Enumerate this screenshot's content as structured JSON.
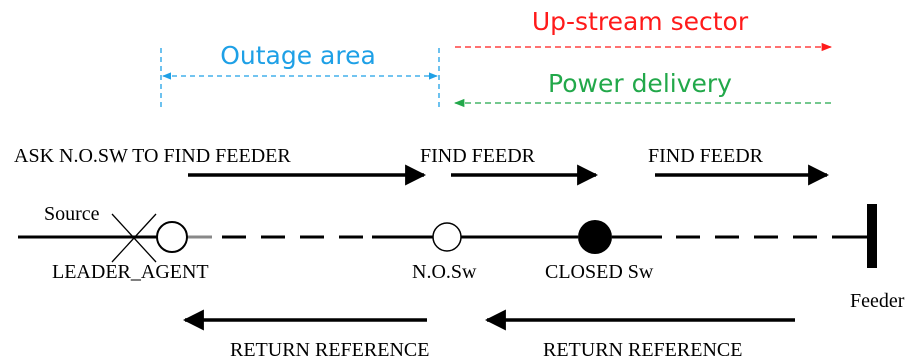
{
  "colors": {
    "outage": "#1ea0e6",
    "upstream": "#ff1a1a",
    "power": "#22a84a",
    "line": "#000000",
    "background": "#ffffff"
  },
  "labels": {
    "outage_area": "Outage area",
    "upstream_sector": "Up-stream sector",
    "power_delivery": "Power delivery",
    "ask": "ASK N.O.SW TO FIND FEEDER",
    "find_1": "FIND FEEDR",
    "find_2": "FIND FEEDR",
    "source": "Source",
    "leader_agent": "LEADER_AGENT",
    "no_sw": "N.O.Sw",
    "closed_sw": "CLOSED Sw",
    "feeder": "Feeder",
    "return_1": "RETURN REFERENCE",
    "return_2": "RETURN REFERENCE"
  }
}
